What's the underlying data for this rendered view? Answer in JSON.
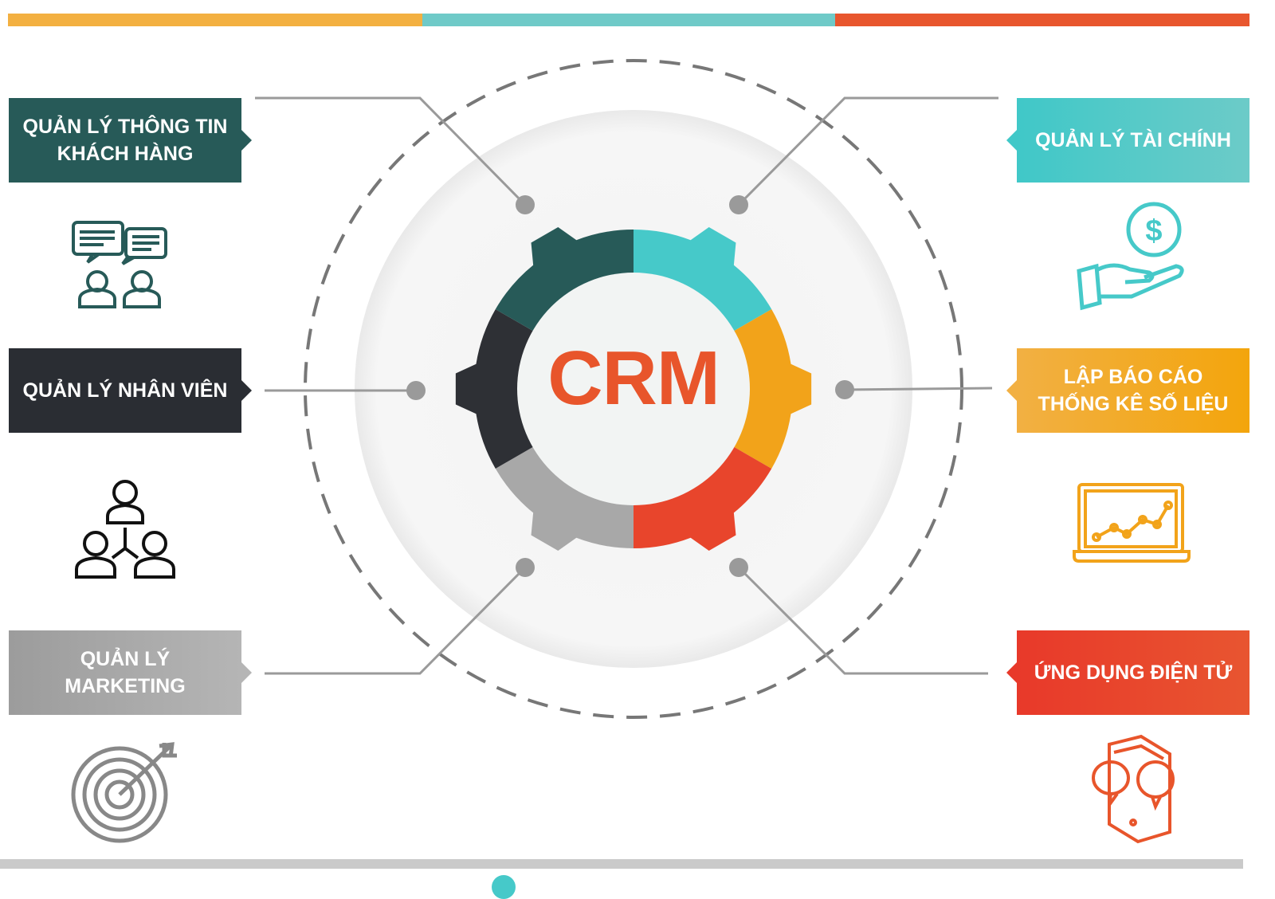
{
  "center_label": "CRM",
  "colors": {
    "dark_green": "#275a58",
    "teal": "#46c9c9",
    "charcoal": "#2e3035",
    "orange": "#f2a31a",
    "gray": "#a8a8a8",
    "red": "#e8452c",
    "accent_text": "#e8552b"
  },
  "modules": [
    {
      "label": "QUẢN LÝ THÔNG TIN\nKHÁCH HÀNG",
      "icon": "customer-chat-icon"
    },
    {
      "label": "QUẢN LÝ NHÂN VIÊN",
      "icon": "team-hierarchy-icon"
    },
    {
      "label": "QUẢN LÝ\nMARKETING",
      "icon": "target-arrow-icon"
    },
    {
      "label": "QUẢN LÝ TÀI CHÍNH",
      "icon": "money-hand-icon"
    },
    {
      "label": "LẬP BÁO CÁO\nTHỐNG KÊ SỐ LIỆU",
      "icon": "laptop-chart-icon"
    },
    {
      "label": "ỨNG DỤNG ĐIỆN TỬ",
      "icon": "mobile-chat-icon"
    }
  ]
}
